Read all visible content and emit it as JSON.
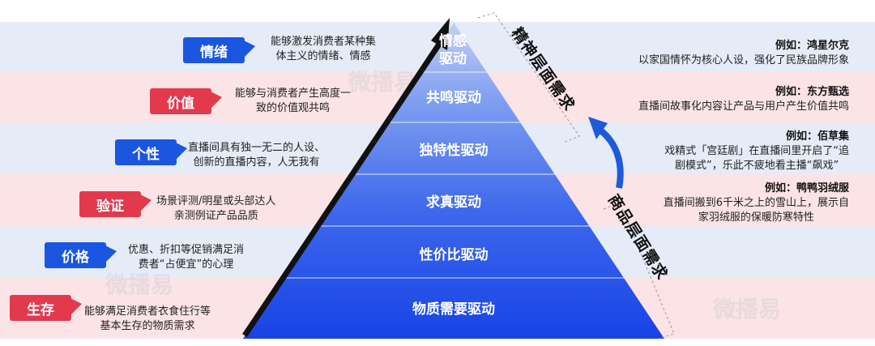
{
  "tiers": [
    {
      "tag": "情绪",
      "tag_color": "#1a56e0",
      "desc": [
        "能够激发消费者某种集",
        "体主义的情绪、情感"
      ],
      "level": [
        "情感",
        "驱动"
      ]
    },
    {
      "tag": "价值",
      "tag_color": "#e23a4c",
      "desc": [
        "能够与消费者产生高度一",
        "致的价值观共鸣"
      ],
      "level": [
        "共鸣驱动"
      ]
    },
    {
      "tag": "个性",
      "tag_color": "#1a56e0",
      "desc": [
        "直播间具有独一无二的人设、",
        "创新的直播内容，人无我有"
      ],
      "level": [
        "独特性驱动"
      ]
    },
    {
      "tag": "验证",
      "tag_color": "#e23a4c",
      "desc": [
        "场景评测/明星或头部达人",
        "亲测例证产品品质"
      ],
      "level": [
        "求真驱动"
      ]
    },
    {
      "tag": "价格",
      "tag_color": "#1a56e0",
      "desc": [
        "优惠、折扣等促销满足消",
        "费者“占便宜”的心理"
      ],
      "level": [
        "性价比驱动"
      ]
    },
    {
      "tag": "生存",
      "tag_color": "#e23a4c",
      "desc": [
        "能够满足消费者衣食住行等",
        "基本生存的物质需求"
      ],
      "level": [
        "物质需要驱动"
      ]
    }
  ],
  "examples": [
    {
      "title": "例如：鸿星尔克",
      "lines": [
        "以家国情怀为核心人设，强化了民族品牌形象"
      ]
    },
    {
      "title": "例如：东方甄选",
      "lines": [
        "直播间故事化内容让产品与用户产生价值共鸣"
      ]
    },
    {
      "title": "例如：佰草集",
      "lines": [
        "戏精式「宫廷剧」在直播间里开启了“追",
        "剧模式”，乐此不疲地看主播“飙戏”"
      ]
    },
    {
      "title": "例如：鸭鸭羽绒服",
      "lines": [
        "直播间搬到6千米之上的雪山上，展示自",
        "家羽绒服的保暖防寒特性"
      ]
    }
  ],
  "side_labels": {
    "spiritual": "精神层面需求",
    "product": "商品层面需求"
  },
  "colors": {
    "pyramid_top": "#b9c8f4",
    "pyramid_bottom": "#1a46e8",
    "blue_band": "#e6ebf8",
    "pink_band": "#fbe3e6",
    "arrow": "#1e5bd8"
  }
}
